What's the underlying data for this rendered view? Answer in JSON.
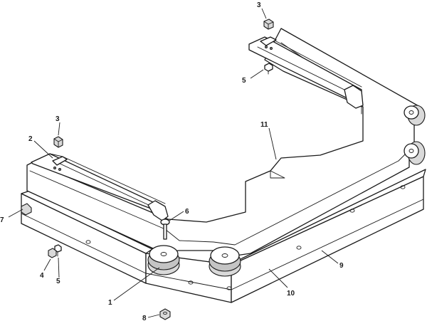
{
  "callouts": [
    {
      "id": "c1",
      "label": "1"
    },
    {
      "id": "c2",
      "label": "2"
    },
    {
      "id": "c3a",
      "label": "3"
    },
    {
      "id": "c3b",
      "label": "3"
    },
    {
      "id": "c4",
      "label": "4"
    },
    {
      "id": "c5a",
      "label": "5"
    },
    {
      "id": "c5b",
      "label": "5"
    },
    {
      "id": "c6",
      "label": "6"
    },
    {
      "id": "c7",
      "label": "7"
    },
    {
      "id": "c8",
      "label": "8"
    },
    {
      "id": "c9",
      "label": "9"
    },
    {
      "id": "c10",
      "label": "10"
    },
    {
      "id": "c11",
      "label": "11"
    }
  ]
}
